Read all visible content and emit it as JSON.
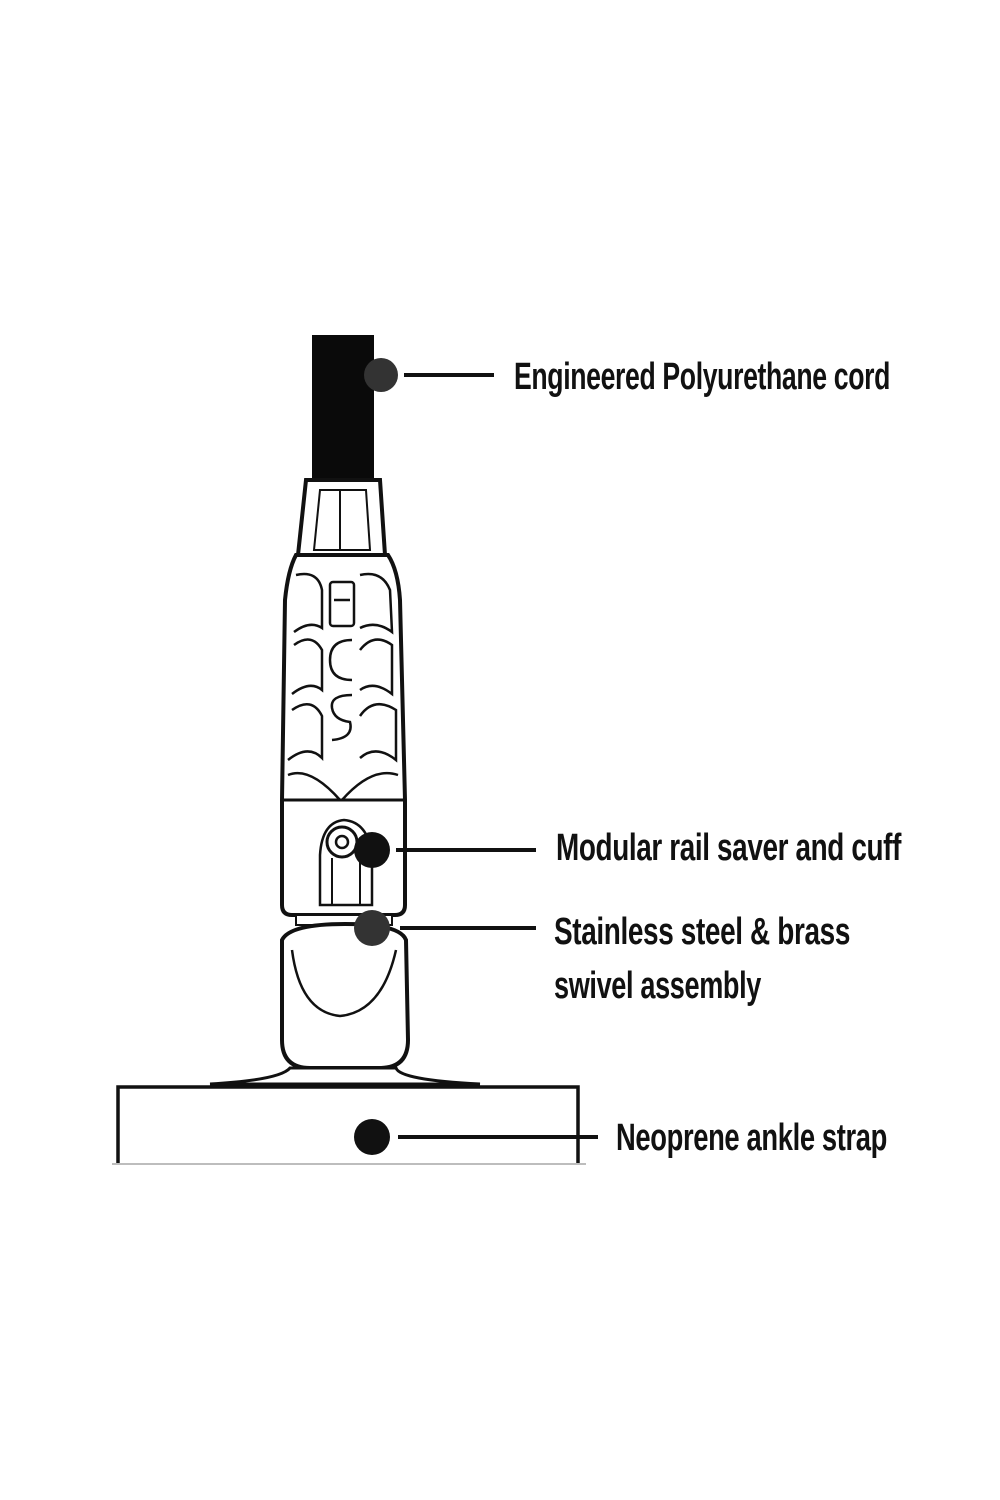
{
  "callouts": [
    {
      "id": "cord",
      "lines": [
        "Engineered Polyurethane cord"
      ]
    },
    {
      "id": "rail",
      "lines": [
        "Modular rail saver and cuff"
      ]
    },
    {
      "id": "swivel",
      "lines": [
        "Stainless steel & brass",
        "swivel assembly"
      ]
    },
    {
      "id": "strap",
      "lines": [
        "Neoprene ankle strap"
      ]
    }
  ],
  "colors": {
    "ink": "#111111",
    "cord": "#0a0a0a",
    "marker": "#111111",
    "marker_muted": "#333333",
    "background": "#ffffff"
  }
}
